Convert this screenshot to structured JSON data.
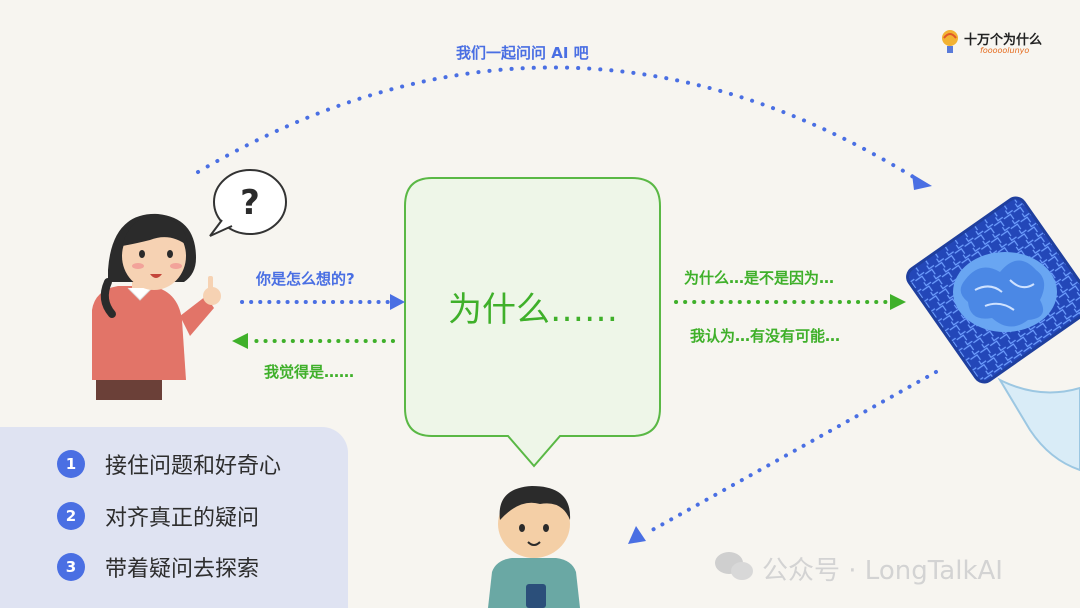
{
  "logo": {
    "main": "十万个为什么",
    "sub": "fooooolunyo"
  },
  "top_label": "我们一起问问 AI 吧",
  "left_to_bubble_label": "你是怎么想的?",
  "bubble_to_left_label": "我觉得是……",
  "bubble_text": "为什么……",
  "question_mark": "?",
  "right_label_top": "为什么…是不是因为…",
  "right_label_bottom": "我认为…有没有可能…",
  "steps": [
    {
      "num": "1",
      "text": "接住问题和好奇心"
    },
    {
      "num": "2",
      "text": "对齐真正的疑问"
    },
    {
      "num": "3",
      "text": "带着疑问去探索"
    }
  ],
  "watermark": "公众号 · LongTalkAI",
  "colors": {
    "blue": "#4a6fe3",
    "green": "#3fb02a",
    "bubble_fill": "#eef6e8",
    "panel": "#dfe3f2",
    "background": "#f7f5f0"
  }
}
